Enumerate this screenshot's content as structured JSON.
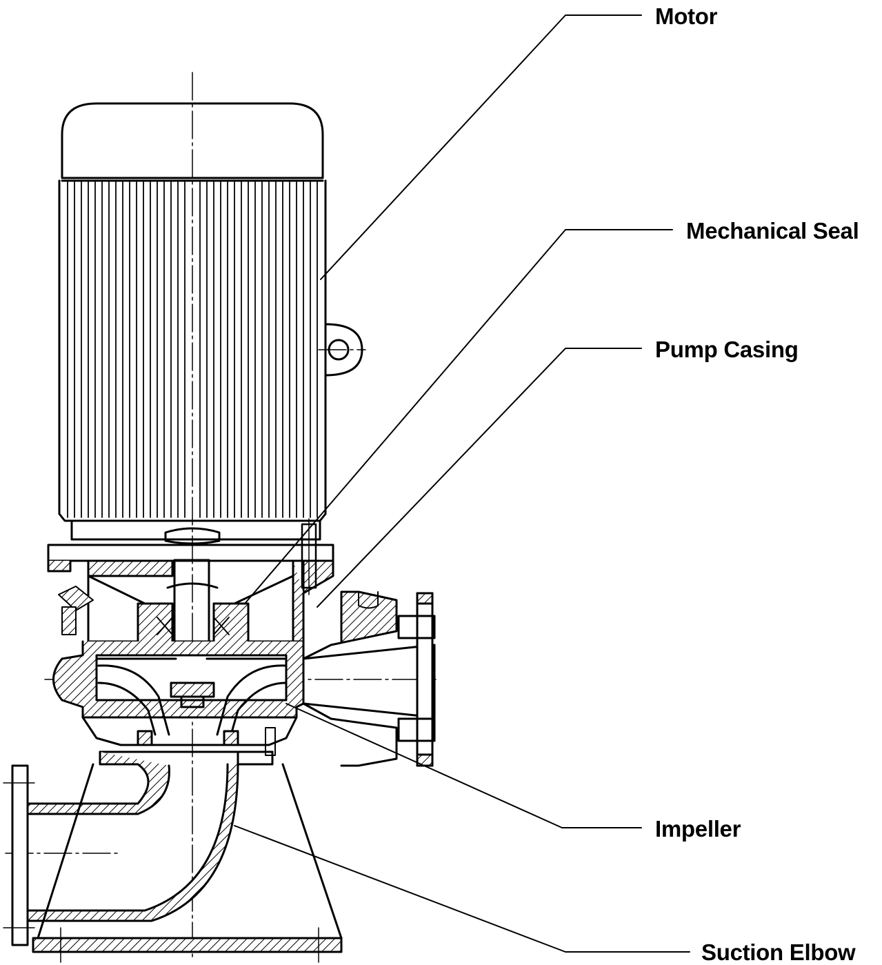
{
  "labels": {
    "motor": "Motor",
    "mechanical_seal": "Mechanical Seal",
    "pump_casing": "Pump Casing",
    "impeller": "Impeller",
    "suction_elbow": "Suction Elbow"
  },
  "colors": {
    "ink": "#000000",
    "background": "#ffffff"
  }
}
